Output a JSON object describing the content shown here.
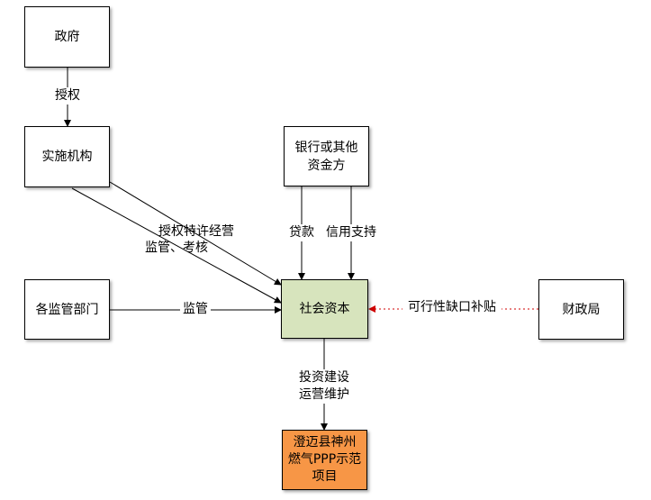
{
  "nodes": {
    "government": "政府",
    "implementing_agency": "实施机构",
    "bank": "银行或其他\n资金方",
    "regulators": "各监管部门",
    "social_capital": "社会资本",
    "finance_bureau": "财政局",
    "project": "澄迈县神州\n燃气PPP示范\n项目"
  },
  "edges": {
    "authorize": "授权",
    "franchise": "授权特许经营",
    "supervise_assess": "监管、考核",
    "loan": "贷款",
    "credit_support": "信用支持",
    "supervise": "监管",
    "viability_gap_subsidy": "可行性缺口补贴",
    "invest_build": "投资建设\n运营维护"
  },
  "colors": {
    "social_capital_fill": "#d7e4bd",
    "project_fill": "#f79646",
    "subsidy_arrow": "#d00000",
    "line": "#000000"
  }
}
